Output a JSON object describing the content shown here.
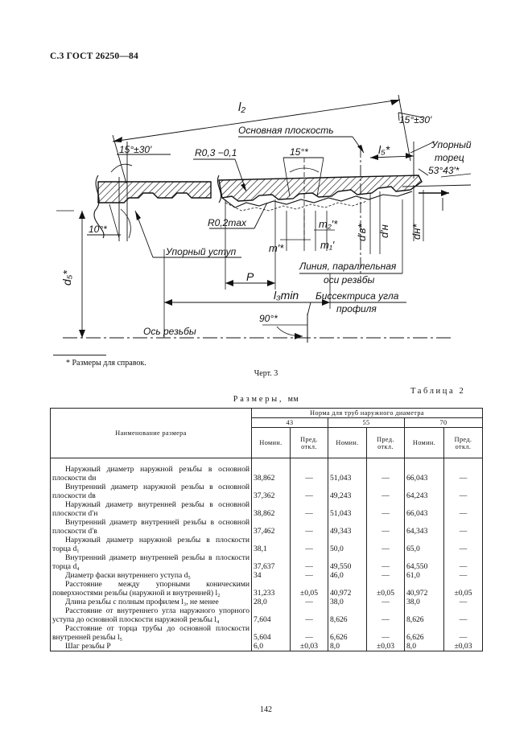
{
  "header": "С.3 ГОСТ 26250—84",
  "drawing": {
    "labels": {
      "l2": "l₂",
      "angle_top_right": "15°±30′",
      "basic_plane": "Основная плоскость",
      "l5": "l₅*",
      "stop_face": "Упорный торец",
      "angle_stop": "53°43′*",
      "angle_left": "15°±30′",
      "r03": "R0,3 −0,1",
      "angle_mid": "15°*",
      "r02": "R0,2max",
      "angle_10": "10°*",
      "stop_shoulder": "Упорный уступ",
      "d5": "d₅*",
      "m": "m′*",
      "m2": "m₂′*",
      "m1": "m₁′",
      "d_prime_b": "d′в*",
      "d_prime_n": "d′н",
      "d_n": "dн*",
      "parallel_line": "Линия, параллельная оси резьбы",
      "P": "P",
      "l3": "l₃min",
      "angle_90": "90°*",
      "bisector": "Биссектриса угла профиля",
      "thread_axis": "Ось резьбы"
    }
  },
  "footnote": "* Размеры для справок.",
  "figure_caption": "Черт. 3",
  "table_label": "Таблица 2",
  "table_title": "Размеры,",
  "table_title_units": "мм",
  "table": {
    "col_name_header": "Наименование размера",
    "group_header": "Норма для труб наружного диаметра",
    "diameters": [
      "43",
      "55",
      "70"
    ],
    "nom": "Номин.",
    "dev": "Пред. откл.",
    "rows": [
      {
        "name": "Наружный диаметр наружной резьбы в основной плоскости dн",
        "v43": "38,862",
        "d43": "—",
        "v55": "51,043",
        "d55": "—",
        "v70": "66,043",
        "d70": "—"
      },
      {
        "name": "Внутренний диаметр наружной резьбы в основной плоскости dв",
        "v43": "37,362",
        "d43": "—",
        "v55": "49,243",
        "d55": "—",
        "v70": "64,243",
        "d70": "—"
      },
      {
        "name": "Наружный диаметр внутренней резьбы в основной плоскости d′н",
        "v43": "38,862",
        "d43": "—",
        "v55": "51,043",
        "d55": "—",
        "v70": "66,043",
        "d70": "—"
      },
      {
        "name": "Внутренний диаметр внутренней резьбы в основной плоскости d′в",
        "v43": "37,462",
        "d43": "—",
        "v55": "49,343",
        "d55": "—",
        "v70": "64,343",
        "d70": "—"
      },
      {
        "name": "Наружный диаметр наружной резьбы в плоскости торца d₁",
        "v43": "38,1",
        "d43": "—",
        "v55": "50,0",
        "d55": "—",
        "v70": "65,0",
        "d70": "—"
      },
      {
        "name": "Внутренний диаметр внутренней резьбы в плоскости торца d₄",
        "v43": "37,637",
        "d43": "—",
        "v55": "49,550",
        "d55": "—",
        "v70": "64,550",
        "d70": "—"
      },
      {
        "name": "Диаметр фаски внутреннего уступа d₅",
        "v43": "34",
        "d43": "—",
        "v55": "46,0",
        "d55": "—",
        "v70": "61,0",
        "d70": "—"
      },
      {
        "name": "Расстояние между упорными коническими поверхностями резьбы (наружной и внутренней) l₂",
        "v43": "31,233",
        "d43": "±0,05",
        "v55": "40,972",
        "d55": "±0,05",
        "v70": "40,972",
        "d70": "±0,05"
      },
      {
        "name": "Длина резьбы с полным профилем l₃, не менее",
        "v43": "28,0",
        "d43": "—",
        "v55": "38,0",
        "d55": "—",
        "v70": "38,0",
        "d70": "—"
      },
      {
        "name": "Расстояние от внутреннего угла наружного упорного уступа до основной плоскости наружной резьбы l₄",
        "v43": "7,604",
        "d43": "—",
        "v55": "8,626",
        "d55": "—",
        "v70": "8,626",
        "d70": "—"
      },
      {
        "name": "Расстояние от торца трубы до основной плоскости внутренней резьбы l₅",
        "v43": "5,604",
        "d43": "—",
        "v55": "6,626",
        "d55": "—",
        "v70": "6,626",
        "d70": "—"
      },
      {
        "name": "Шаг резьбы P",
        "v43": "6,0",
        "d43": "±0,03",
        "v55": "8,0",
        "d55": "±0,03",
        "v70": "8,0",
        "d70": "±0,03"
      }
    ]
  },
  "page_number": "142"
}
